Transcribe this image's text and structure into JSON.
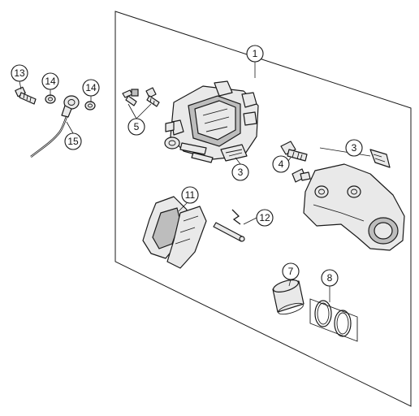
{
  "diagram": {
    "callouts": {
      "c1": "1",
      "c3a": "3",
      "c3b": "3",
      "c4": "4",
      "c5": "5",
      "c7": "7",
      "c8": "8",
      "c11": "11",
      "c12": "12",
      "c13": "13",
      "c14a": "14",
      "c14b": "14",
      "c15": "15"
    }
  }
}
